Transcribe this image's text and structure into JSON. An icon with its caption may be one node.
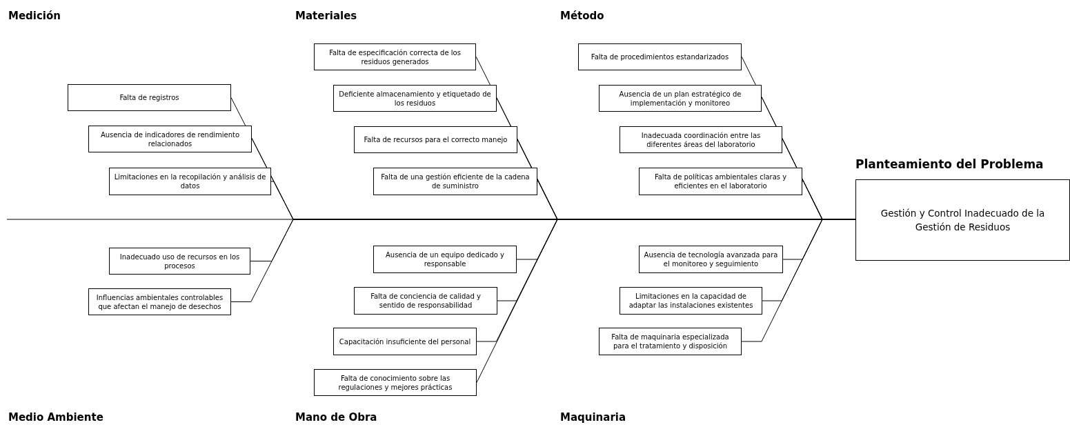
{
  "diagram": {
    "nodes": [
      {
        "text": [
          "Falta de registros"
        ]
      },
      {
        "text": [
          "Ausencia de indicadores de rendimiento relacionados"
        ]
      },
      {
        "text": [
          "Limitaciones en la recopilación y análisis de datos"
        ]
      },
      {
        "text": [
          "Falta de especificación correcta de los residuos generados"
        ]
      },
      {
        "text": [
          "Deficiente almacenamiento y etiquetado de los residuos"
        ]
      },
      {
        "text": [
          "Falta de recursos para el correcto manejo"
        ]
      },
      {
        "text": [
          "Falta de una gestión eficiente de la cadena de suministro"
        ]
      },
      {
        "text": [
          "Falta de procedimientos estandarizados"
        ]
      },
      {
        "text": [
          "Ausencia de un plan estratégico de implementación y monitoreo"
        ]
      },
      {
        "text": [
          "Inadecuada coordinación entre las diferentes áreas del laboratorio"
        ]
      },
      {
        "text": [
          "Falta de políticas ambientales claras y eficientes en el laboratorio"
        ]
      },
      {
        "text": [
          "Inadecuado uso de recursos en los procesos"
        ]
      },
      {
        "text": [
          "Influencias ambientales controlables que afectan el manejo de desechos"
        ]
      },
      {
        "text": [
          "Ausencia de un equipo dedicado y responsable"
        ]
      },
      {
        "text": [
          "Falta de conciencia de calidad y sentido de responsabilidad"
        ]
      },
      {
        "text": [
          "Capacitación insuficiente del personal"
        ]
      },
      {
        "text": [
          "Falta de conocimiento sobre las regulaciones y mejores prácticas"
        ]
      },
      {
        "text": [
          "Ausencia de tecnología avanzada para el monitoreo y seguimiento"
        ]
      },
      {
        "text": [
          "Limitaciones en la capacidad de adaptar las instalaciones existentes"
        ]
      },
      {
        "text": [
          "Falta de maquinaria especializada para el tratamiento y disposición"
        ]
      },
      {
        "text": [
          "Planteamiento del Problema",
          "Gestión y Control Inadecuado de la Gestión de Residuos"
        ]
      }
    ],
    "edges": [
      {
        "from": 0,
        "to": 20,
        "arrow": "none"
      },
      {
        "from": 1,
        "to": 20,
        "arrow": "none"
      },
      {
        "from": 2,
        "to": 20,
        "arrow": "none"
      },
      {
        "from": 3,
        "to": 20,
        "arrow": "none"
      },
      {
        "from": 4,
        "to": 20,
        "arrow": "none"
      },
      {
        "from": 5,
        "to": 20,
        "arrow": "none"
      },
      {
        "from": 6,
        "to": 20,
        "arrow": "none"
      },
      {
        "from": 7,
        "to": 20,
        "arrow": "none"
      },
      {
        "from": 8,
        "to": 20,
        "arrow": "none"
      },
      {
        "from": 9,
        "to": 20,
        "arrow": "none"
      },
      {
        "from": 10,
        "to": 20,
        "arrow": "none"
      },
      {
        "from": 11,
        "to": 20,
        "arrow": "none"
      },
      {
        "from": 12,
        "to": 20,
        "arrow": "none"
      },
      {
        "from": 13,
        "to": 20,
        "arrow": "none"
      },
      {
        "from": 14,
        "to": 20,
        "arrow": "none"
      },
      {
        "from": 15,
        "to": 20,
        "arrow": "none"
      },
      {
        "from": 16,
        "to": 20,
        "arrow": "none"
      },
      {
        "from": 17,
        "to": 20,
        "arrow": "none"
      },
      {
        "from": 18,
        "to": 20,
        "arrow": "none"
      },
      {
        "from": 19,
        "to": 20,
        "arrow": "none"
      }
    ],
    "labels": [
      "Medición",
      "Materiales",
      "Método",
      "Medio Ambiente",
      "Mano de Obra",
      "Maquinaria"
    ]
  }
}
